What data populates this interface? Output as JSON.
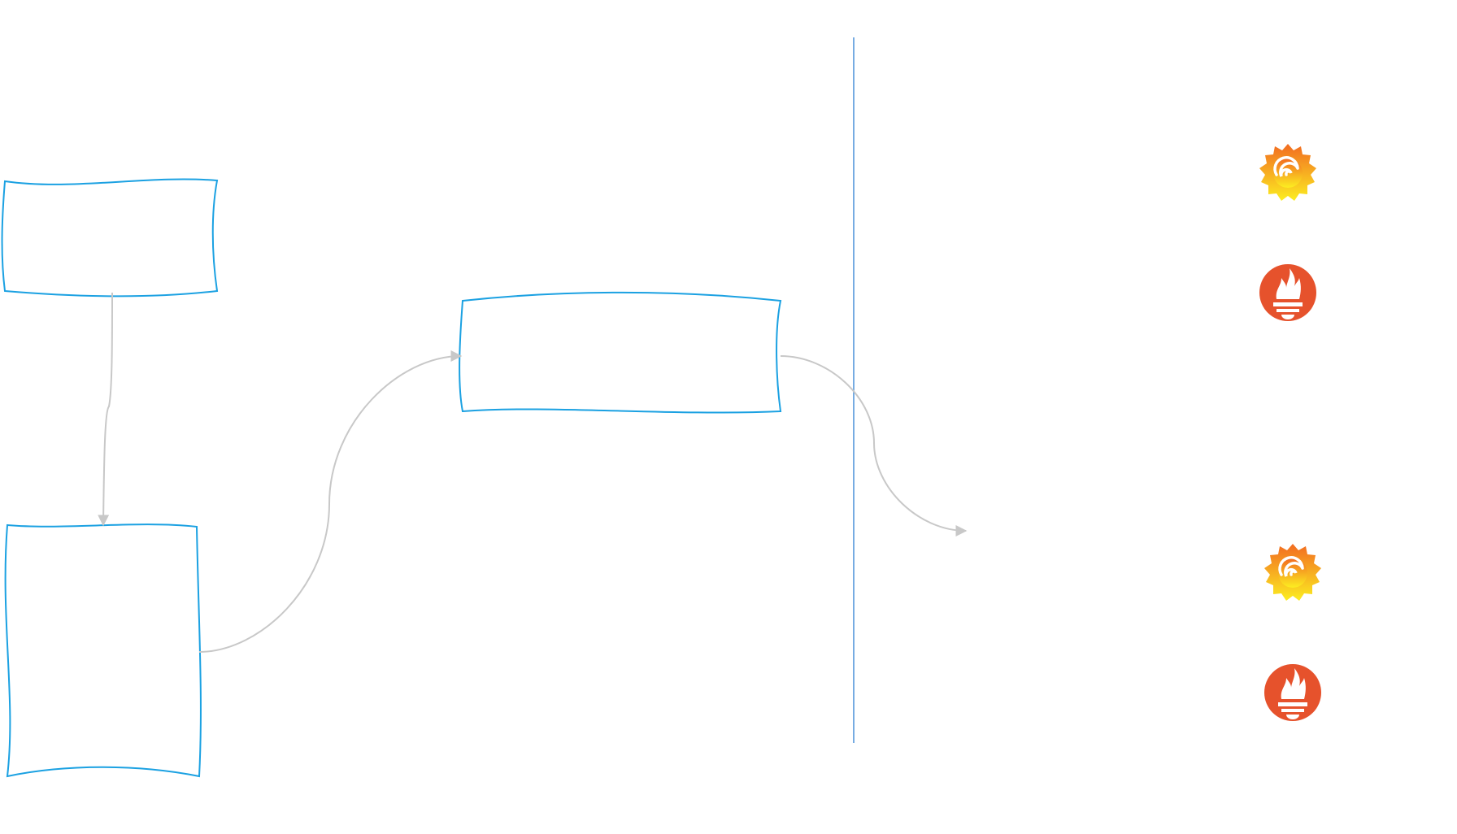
{
  "diagram": {
    "nodes": [
      {
        "id": "box-top-left",
        "label": ""
      },
      {
        "id": "box-bottom-left",
        "label": ""
      },
      {
        "id": "box-middle",
        "label": ""
      }
    ],
    "edges": [
      {
        "from": "box-top-left",
        "to": "box-bottom-left"
      },
      {
        "from": "box-bottom-left",
        "to": "box-middle"
      },
      {
        "from": "box-middle",
        "to": "right-panel"
      }
    ],
    "icons": [
      {
        "name": "grafana-icon"
      },
      {
        "name": "prometheus-icon"
      },
      {
        "name": "grafana-icon"
      },
      {
        "name": "prometheus-icon"
      }
    ],
    "colors": {
      "box_stroke": "#1ba1e2",
      "divider": "#4a90d9",
      "connector": "#c8c8c8",
      "grafana_top": "#f26b21",
      "grafana_bottom": "#fcee21",
      "prometheus": "#e6522c"
    }
  }
}
